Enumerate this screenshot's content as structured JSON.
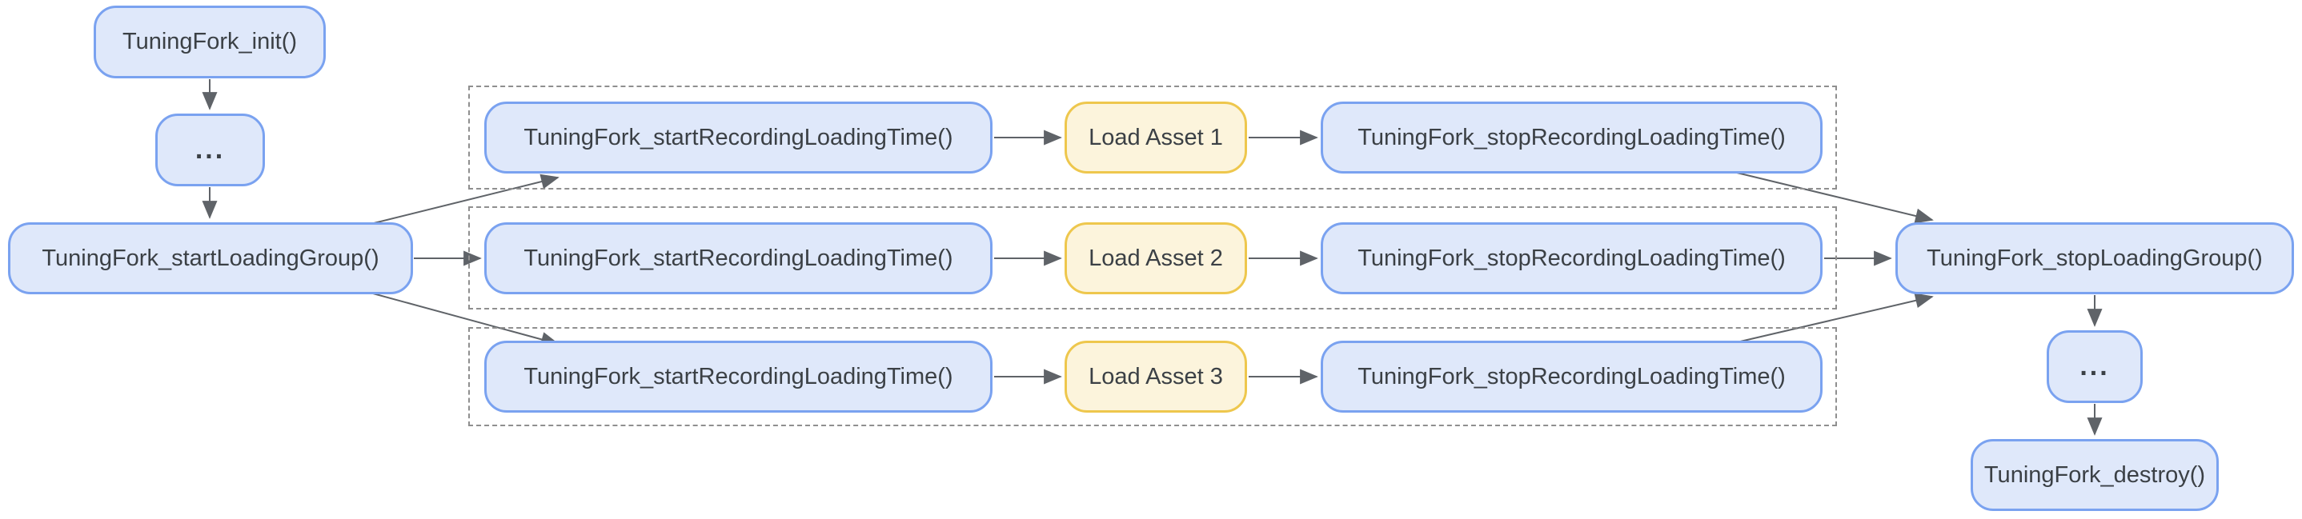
{
  "nodes": {
    "init": {
      "label": "TuningFork_init()"
    },
    "ellipsis_top": {
      "label": "..."
    },
    "start_loading_group": {
      "label": "TuningFork_startLoadingGroup()"
    },
    "stop_loading_group": {
      "label": "TuningFork_stopLoadingGroup()"
    },
    "ellipsis_bottom": {
      "label": "..."
    },
    "destroy": {
      "label": "TuningFork_destroy()"
    }
  },
  "rows": [
    {
      "start": "TuningFork_startRecordingLoadingTime()",
      "asset": "Load Asset 1",
      "stop": "TuningFork_stopRecordingLoadingTime()"
    },
    {
      "start": "TuningFork_startRecordingLoadingTime()",
      "asset": "Load Asset 2",
      "stop": "TuningFork_stopRecordingLoadingTime()"
    },
    {
      "start": "TuningFork_startRecordingLoadingTime()",
      "asset": "Load Asset 3",
      "stop": "TuningFork_stopRecordingLoadingTime()"
    }
  ],
  "edges": [
    {
      "from": "init",
      "to": "ellipsis_top"
    },
    {
      "from": "ellipsis_top",
      "to": "start_loading_group"
    },
    {
      "from": "start_loading_group",
      "to": "row1.start"
    },
    {
      "from": "start_loading_group",
      "to": "row2.start"
    },
    {
      "from": "start_loading_group",
      "to": "row3.start"
    },
    {
      "from": "row1.start",
      "to": "row1.asset"
    },
    {
      "from": "row1.asset",
      "to": "row1.stop"
    },
    {
      "from": "row2.start",
      "to": "row2.asset"
    },
    {
      "from": "row2.asset",
      "to": "row2.stop"
    },
    {
      "from": "row3.start",
      "to": "row3.asset"
    },
    {
      "from": "row3.asset",
      "to": "row3.stop"
    },
    {
      "from": "row1.stop",
      "to": "stop_loading_group"
    },
    {
      "from": "row2.stop",
      "to": "stop_loading_group"
    },
    {
      "from": "row3.stop",
      "to": "stop_loading_group"
    },
    {
      "from": "stop_loading_group",
      "to": "ellipsis_bottom"
    },
    {
      "from": "ellipsis_bottom",
      "to": "destroy"
    }
  ],
  "colors": {
    "node_fill": "#dfe8fa",
    "node_border": "#7aa2f0",
    "asset_fill": "#fcf4dc",
    "asset_border": "#eec74d",
    "arrow": "#5f6368",
    "group_dashed_border": "#8f8f8f",
    "text": "#3b4045",
    "background": "#ffffff"
  }
}
